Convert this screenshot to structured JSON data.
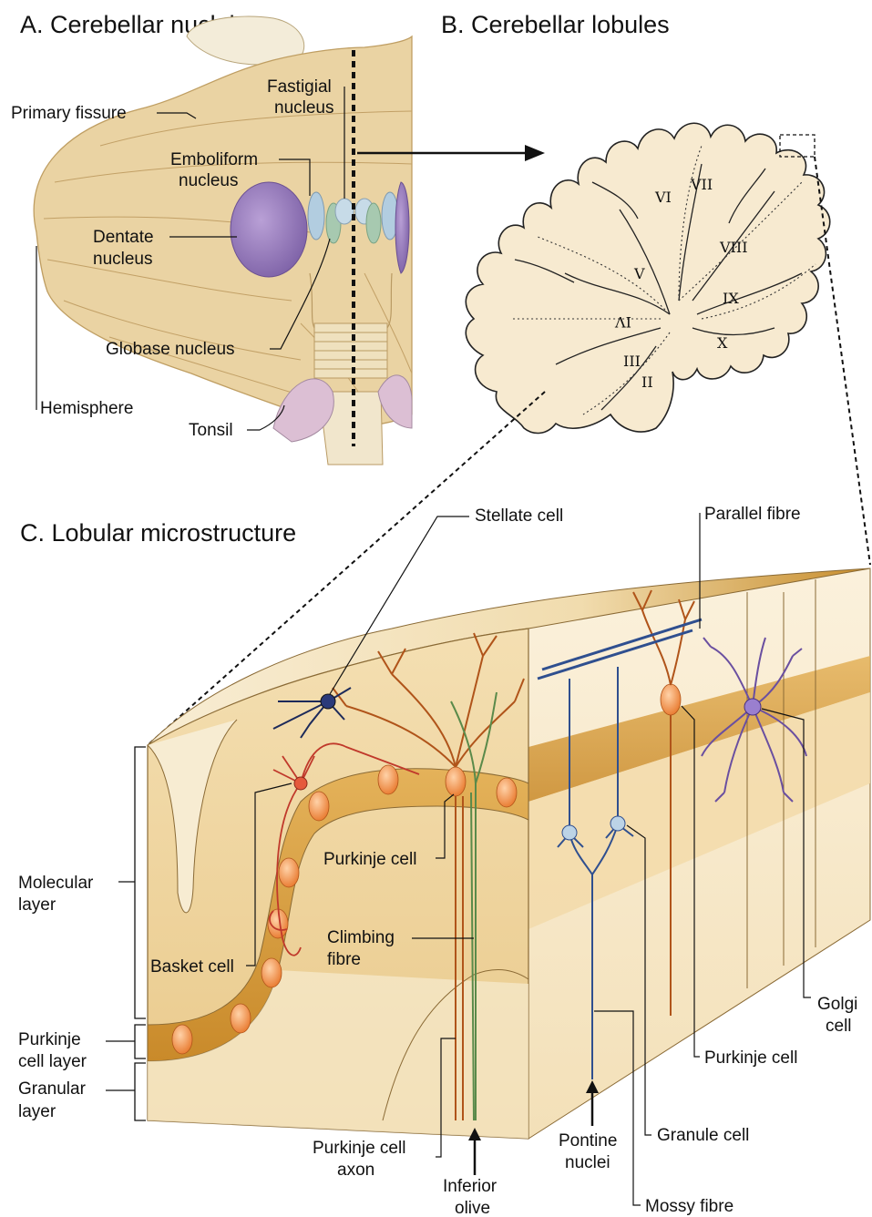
{
  "panels": {
    "a_title": "A. Cerebellar nuclei",
    "b_title": "B. Cerebellar lobules",
    "c_title": "C. Lobular microstructure"
  },
  "panel_a": {
    "primary_fissure": "Primary fissure",
    "fastigial_1": "Fastigial",
    "fastigial_2": "nucleus",
    "emboliform_1": "Emboliform",
    "emboliform_2": "nucleus",
    "dentate_1": "Dentate",
    "dentate_2": "nucleus",
    "globase": "Globase nucleus",
    "hemisphere": "Hemisphere",
    "tonsil": "Tonsil"
  },
  "panel_b": {
    "lobules": [
      "II",
      "III",
      "IV",
      "V",
      "VI",
      "VII",
      "VIII",
      "IX",
      "X"
    ]
  },
  "panel_c": {
    "stellate": "Stellate cell",
    "parallel": "Parallel fibre",
    "molecular_1": "Molecular",
    "molecular_2": "layer",
    "purkinje_layer_1": "Purkinje",
    "purkinje_layer_2": "cell layer",
    "granular_1": "Granular",
    "granular_2": "layer",
    "basket": "Basket cell",
    "purkinje_mid": "Purkinje cell",
    "climbing_1": "Climbing",
    "climbing_2": "fibre",
    "pk_axon_1": "Purkinje cell",
    "pk_axon_2": "axon",
    "inferior_1": "Inferior",
    "inferior_2": "olive",
    "pontine_1": "Pontine",
    "pontine_2": "nuclei",
    "granule": "Granule cell",
    "mossy": "Mossy fibre",
    "purkinje_right": "Purkinje cell",
    "golgi_1": "Golgi",
    "golgi_2": "cell"
  },
  "colors": {
    "tan": "#e8d2a0",
    "tan_dark": "#c9a96a",
    "cortex_light": "#f7ecd2",
    "gold": "#d9a040",
    "purkinje_orange": "#f08a3c",
    "nucleus_purple": "#8a6fb0",
    "nucleus_blue": "#a9c4d8",
    "nucleus_green": "#a7c9b0",
    "tonsil_pink": "#dcbfd4",
    "stellate_navy": "#1c2a5a",
    "granule_blue": "#2f4f8f",
    "golgi_purple": "#6a4fa0",
    "basket_red": "#c0392b",
    "climbing_green": "#5a8a4a"
  }
}
